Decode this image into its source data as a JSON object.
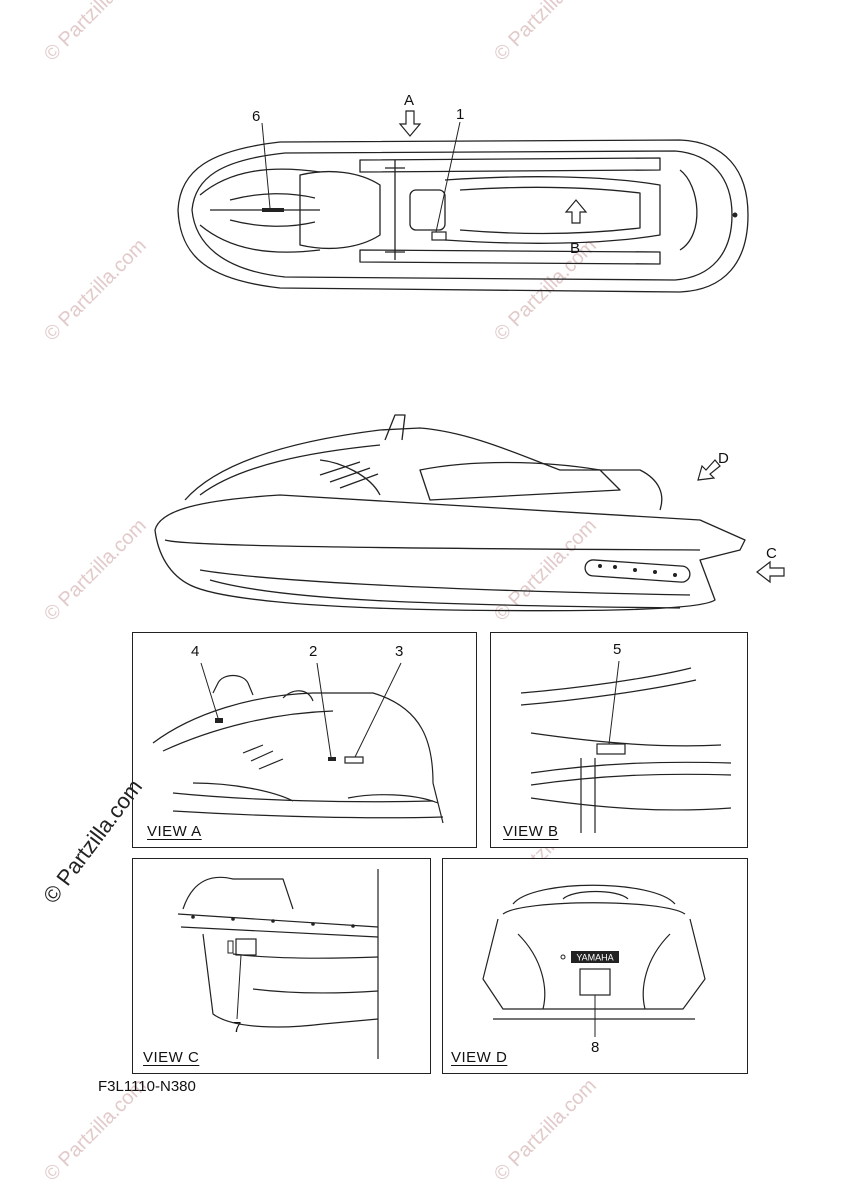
{
  "diagram": {
    "part_code": "F3L1110-N380",
    "watermark": "© Partzilla.com",
    "views": {
      "a": "VIEW A",
      "b": "VIEW B",
      "c": "VIEW C",
      "d": "VIEW D"
    },
    "direction_markers": {
      "a": "A",
      "b": "B",
      "c": "C",
      "d": "D"
    },
    "callouts": {
      "c1": "1",
      "c2": "2",
      "c3": "3",
      "c4": "4",
      "c5": "5",
      "c6": "6",
      "c7": "7",
      "c8": "8"
    },
    "brand_plate": "YAMAHA"
  }
}
